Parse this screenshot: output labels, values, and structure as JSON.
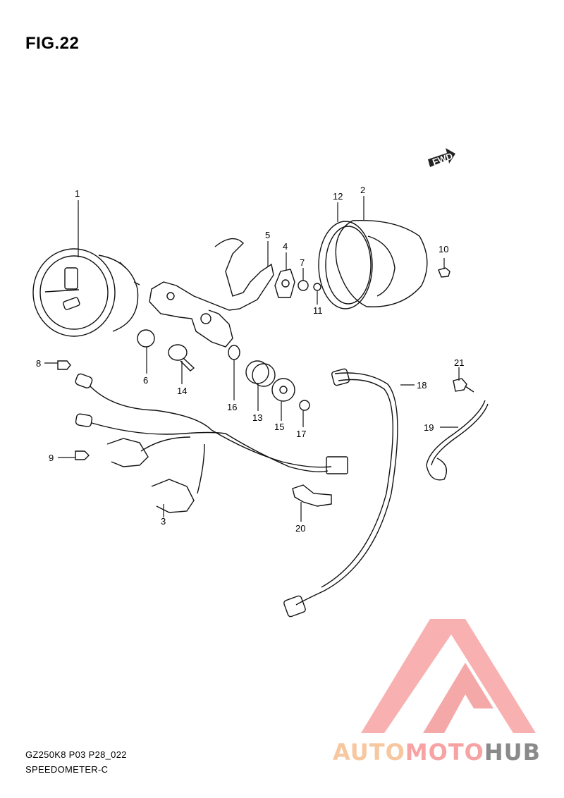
{
  "figure": {
    "title": "FIG.22"
  },
  "footer": {
    "code": "GZ250K8 P03 P28_022",
    "section": "SPEEDOMETER-C"
  },
  "badge": {
    "fwd": "FWD"
  },
  "watermark": {
    "part1": "AUTO",
    "part2": "MOTO",
    "part3": "HUB",
    "colors": {
      "auto": "#f7c7a0",
      "moto": "#f7a3a3",
      "hub": "#8a8a8a",
      "logo": "#f49a9a"
    }
  },
  "callouts": {
    "n1": "1",
    "n2": "2",
    "n3": "3",
    "n4": "4",
    "n5": "5",
    "n6": "6",
    "n7": "7",
    "n8": "8",
    "n9": "9",
    "n10": "10",
    "n11": "11",
    "n12": "12",
    "n13": "13",
    "n14": "14",
    "n15": "15",
    "n16": "16",
    "n17": "17",
    "n18": "18",
    "n19": "19",
    "n20": "20",
    "n21": "21"
  }
}
